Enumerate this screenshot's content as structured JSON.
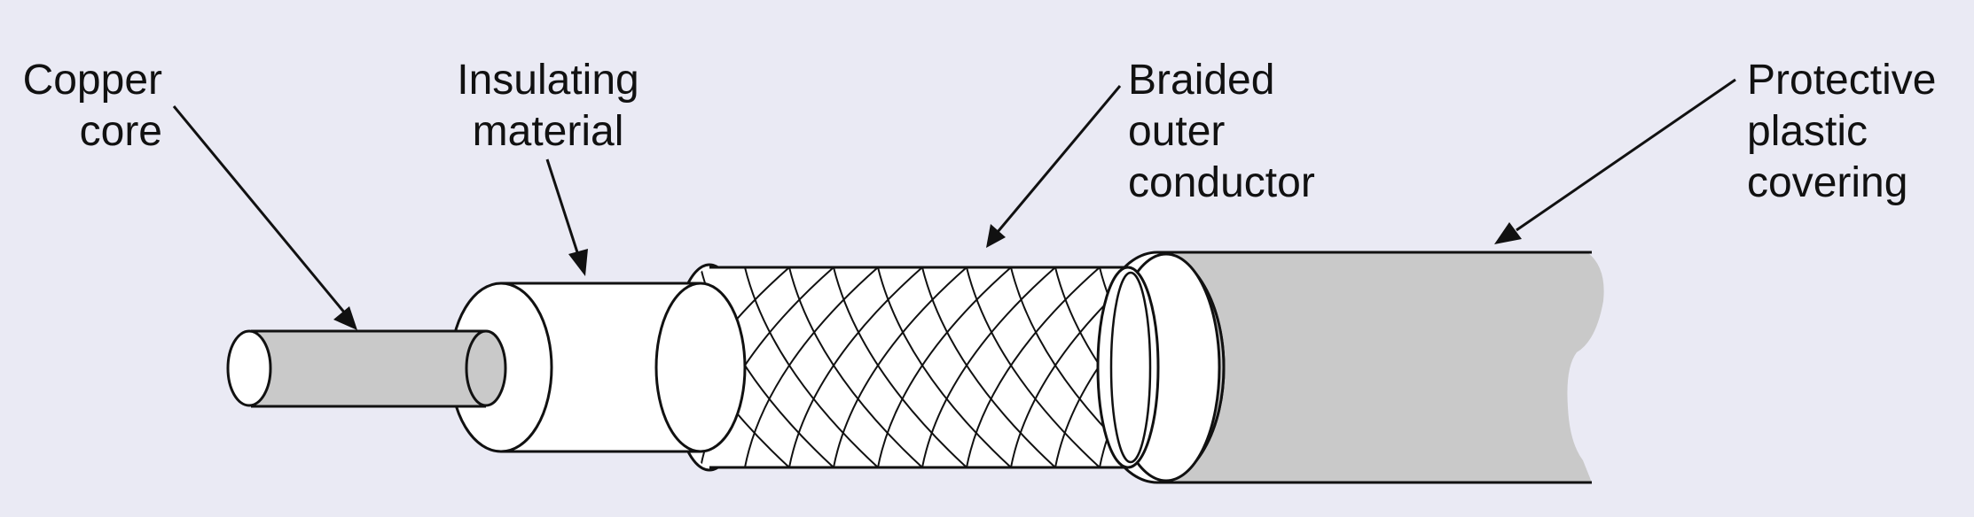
{
  "labels": {
    "copper_core": [
      "Copper",
      "core"
    ],
    "insulating_material": [
      "Insulating",
      "material"
    ],
    "braided_outer_conductor": [
      "Braided",
      "outer",
      "conductor"
    ],
    "protective_plastic_covering": [
      "Protective",
      "plastic",
      "covering"
    ]
  },
  "colors": {
    "background": "#eaeaf4",
    "copper_core_fill": "#c9c9c9",
    "insulator_fill": "#ffffff",
    "braid_fill": "#ffffff",
    "covering_fill": "#c9c9c9",
    "stroke": "#111111"
  }
}
